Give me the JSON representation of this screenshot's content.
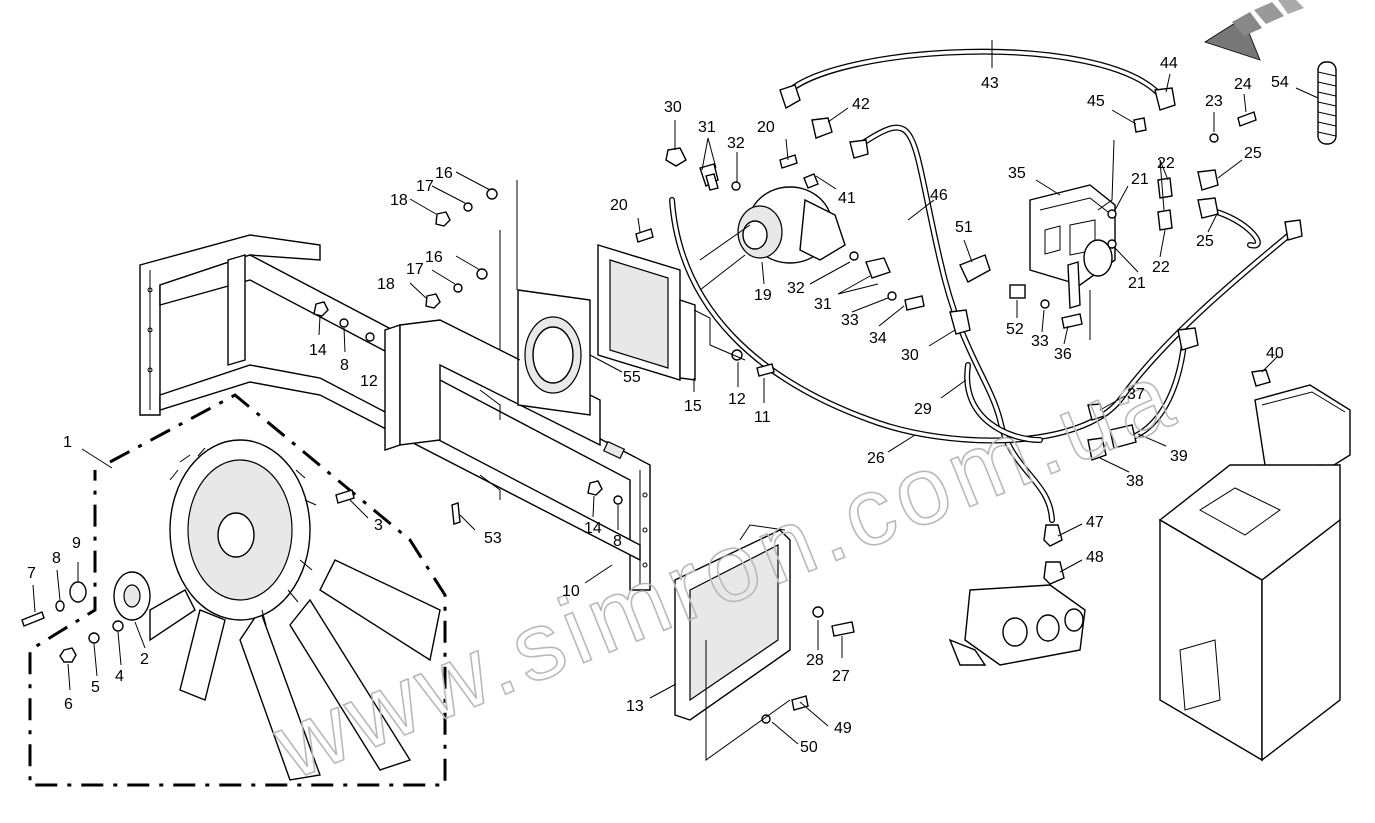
{
  "diagram": {
    "watermark": "www.simron.com.ua",
    "part_labels": [
      "1",
      "2",
      "3",
      "4",
      "5",
      "6",
      "7",
      "8",
      "8",
      "8",
      "9",
      "10",
      "11",
      "12",
      "12",
      "13",
      "14",
      "14",
      "15",
      "16",
      "16",
      "17",
      "17",
      "18",
      "18",
      "19",
      "20",
      "20",
      "21",
      "21",
      "22",
      "22",
      "23",
      "24",
      "25",
      "25",
      "26",
      "27",
      "28",
      "29",
      "30",
      "30",
      "31",
      "31",
      "32",
      "32",
      "33",
      "33",
      "34",
      "35",
      "36",
      "37",
      "38",
      "39",
      "40",
      "41",
      "42",
      "43",
      "44",
      "45",
      "46",
      "47",
      "48",
      "49",
      "50",
      "51",
      "52",
      "53",
      "54",
      "55"
    ],
    "colors": {
      "line": "#000000",
      "background": "#ffffff",
      "watermark": "#b9b9b9"
    }
  }
}
